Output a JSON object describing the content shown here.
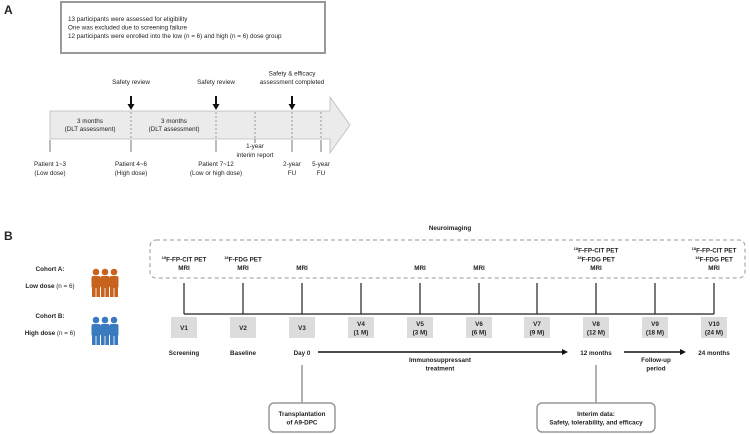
{
  "panel_a": {
    "label": "A",
    "summary_lines": [
      "13 participants were assessed for eligibility",
      "One was excluded due to screening failure",
      "12 participants were enrolled into the low (n = 6) and high (n = 6) dose group"
    ],
    "reviews": [
      {
        "lines": [
          "Safety review"
        ]
      },
      {
        "lines": [
          "Safety review"
        ]
      },
      {
        "lines": [
          "Safety & efficacy",
          "assessment completed"
        ]
      }
    ],
    "periods": [
      {
        "lines": [
          "3 months",
          "(DLT assessment)"
        ]
      },
      {
        "lines": [
          "3 months",
          "(DLT assessment)"
        ]
      }
    ],
    "interim": [
      "1-year",
      "interim report"
    ],
    "milestones": [
      {
        "title": "Patient 1~3",
        "sub": "(Low dose)",
        "color": "#f08a24"
      },
      {
        "title": "Patient 4~6",
        "sub": "(High dose)",
        "color": "#2a8fd8"
      },
      {
        "title": "Patient 7~12",
        "sub": "(Low or high dose)",
        "color": "#e8453c"
      },
      {
        "title": "2-year",
        "sub": "FU",
        "color": "#222222"
      },
      {
        "title": "5-year",
        "sub": "FU",
        "color": "#222222"
      }
    ]
  },
  "panel_b": {
    "label": "B",
    "neuroimaging_title": "Neuroimaging",
    "cohorts": [
      {
        "name": "Cohort A:",
        "dose": "Low dose",
        "n": "(n = 6)",
        "color": "#c8621f"
      },
      {
        "name": "Cohort B:",
        "dose": "High dose",
        "n": "(n = 6)",
        "color": "#3a7bbf"
      }
    ],
    "visits": [
      {
        "id": "V1",
        "time": "",
        "imaging": [
          {
            "iso": "18",
            "text": "F-FP-CIT PET"
          },
          {
            "iso": "",
            "text": "MRI"
          }
        ],
        "label": "Screening"
      },
      {
        "id": "V2",
        "time": "",
        "imaging": [
          {
            "iso": "18",
            "text": "F-FDG PET"
          },
          {
            "iso": "",
            "text": "MRI"
          }
        ],
        "label": "Baseline"
      },
      {
        "id": "V3",
        "time": "",
        "imaging": [
          {
            "iso": "",
            "text": "MRI"
          }
        ],
        "label": "Day 0"
      },
      {
        "id": "V4",
        "time": "(1 M)",
        "imaging": [],
        "label": ""
      },
      {
        "id": "V5",
        "time": "(3 M)",
        "imaging": [
          {
            "iso": "",
            "text": "MRI"
          }
        ],
        "label": ""
      },
      {
        "id": "V6",
        "time": "(6 M)",
        "imaging": [
          {
            "iso": "",
            "text": "MRI"
          }
        ],
        "label": ""
      },
      {
        "id": "V7",
        "time": "(9 M)",
        "imaging": [],
        "label": ""
      },
      {
        "id": "V8",
        "time": "(12 M)",
        "imaging": [
          {
            "iso": "18",
            "text": "F-FP-CIT PET"
          },
          {
            "iso": "18",
            "text": "F-FDG PET"
          },
          {
            "iso": "",
            "text": "MRI"
          }
        ],
        "label": "12 months"
      },
      {
        "id": "V9",
        "time": "(18 M)",
        "imaging": [],
        "label": ""
      },
      {
        "id": "V10",
        "time": "(24 M)",
        "imaging": [
          {
            "iso": "18",
            "text": "F-FP-CIT PET"
          },
          {
            "iso": "18",
            "text": "F-FDG PET"
          },
          {
            "iso": "",
            "text": "MRI"
          }
        ],
        "label": "24 months"
      }
    ],
    "treatment": [
      "Immunosuppressant",
      "treatment"
    ],
    "followup": [
      "Follow-up",
      "period"
    ],
    "callouts": [
      {
        "lines": [
          "Transplantation",
          "of A9-DPC"
        ]
      },
      {
        "lines": [
          "Interim data:",
          "Safety, tolerability, and efficacy"
        ]
      }
    ],
    "callout_color": "#d0021b"
  }
}
